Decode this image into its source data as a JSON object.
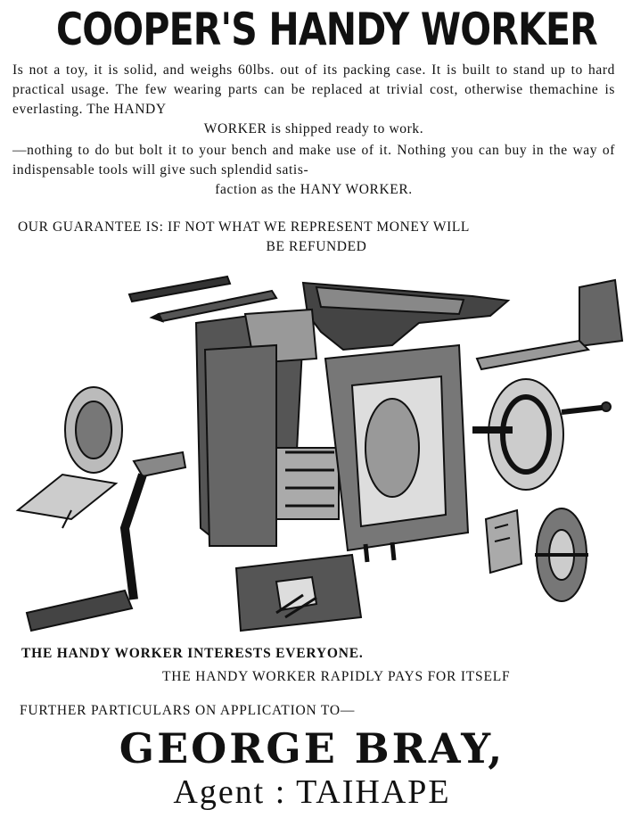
{
  "headline": "COOPER'S HANDY WORKER",
  "paragraph1": {
    "lines": [
      "Is not a toy, it is solid, and weighs 60lbs. out of its packing case. It is",
      "built to stand up to hard practical usage. The few wearing parts can be",
      "replaced at trivial cost, otherwise themachine is everlasting. The HANDY"
    ],
    "last": "WORKER is shipped ready to work."
  },
  "paragraph2": {
    "lines": [
      "—nothing to do but bolt it to your bench and make use of it. Nothing you",
      "can buy in the way of indispensable tools will give such splendid satis-"
    ],
    "last": "faction as the HANY WORKER."
  },
  "guarantee": {
    "line1": "OUR GUARANTEE IS: IF NOT WHAT WE REPRESENT MONEY WILL",
    "line2": "BE REFUNDED"
  },
  "illustration": {
    "icon": "handy-worker-machine-illustration",
    "ink": "#111111"
  },
  "tagline1": "THE HANDY WORKER INTERESTS EVERYONE.",
  "tagline2": "THE HANDY WORKER RAPIDLY PAYS FOR ITSELF",
  "particulars": "FURTHER PARTICULARS ON APPLICATION TO—",
  "agent_name": "GEORGE BRAY,",
  "agent_line": "Agent : TAIHAPE"
}
